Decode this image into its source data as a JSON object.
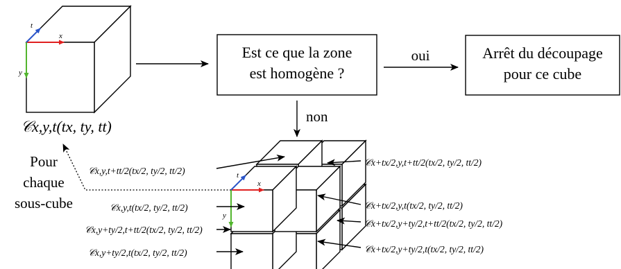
{
  "main_cube": {
    "axis_t": "t",
    "axis_x": "x",
    "axis_y": "y",
    "label": "𝒞x,y,t(tx, ty, tt)"
  },
  "decision_box": {
    "line1": "Est ce que la zone",
    "line2": "est homogène ?"
  },
  "stop_box": {
    "line1": "Arrêt du découpage",
    "line2": "pour ce cube"
  },
  "edges": {
    "yes": "oui",
    "no": "non"
  },
  "loop_note": {
    "line1": "Pour",
    "line2": "chaque",
    "line3": "sous-cube"
  },
  "sub_cube_axes": {
    "axis_t": "t",
    "axis_x": "x",
    "axis_y": "y"
  },
  "sub_cube_labels_left": [
    "𝒞x,y,t+tt/2(tx/2, ty/2, tt/2)",
    "𝒞x,y,t(tx/2, ty/2, tt/2)",
    "𝒞x,y+ty/2,t+tt/2(tx/2, ty/2, tt/2)",
    "𝒞x,y+ty/2,t(tx/2, ty/2, tt/2)"
  ],
  "sub_cube_labels_right": [
    "𝒞x+tx/2,y,t+tt/2(tx/2, ty/2, tt/2)",
    "𝒞x+tx/2,y,t(tx/2, ty/2, tt/2)",
    "𝒞x+tx/2,y+ty/2,t+tt/2(tx/2, ty/2, tt/2)",
    "𝒞x+tx/2,y+ty/2,t(tx/2, ty/2, tt/2)"
  ],
  "colors": {
    "axis_x": "#e02020",
    "axis_y": "#52b52e",
    "axis_t": "#2b55c8"
  }
}
